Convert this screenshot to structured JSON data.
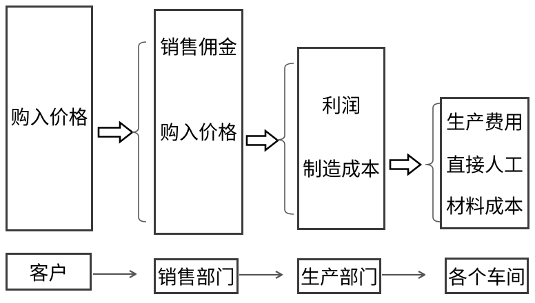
{
  "diagram": {
    "top_row": [
      {
        "id": "customer-price",
        "lines": [
          "购入价格"
        ]
      },
      {
        "id": "sales-price",
        "lines": [
          "销售佣金",
          "购入价格"
        ]
      },
      {
        "id": "factory-price",
        "lines": [
          "利润",
          "制造成本"
        ]
      },
      {
        "id": "cost-breakdown",
        "lines": [
          "生产费用",
          "直接人工",
          "材料成本"
        ]
      }
    ],
    "bottom_row": [
      {
        "id": "customer",
        "label": "客户"
      },
      {
        "id": "sales-department",
        "label": "销售部门"
      },
      {
        "id": "production-department",
        "label": "生产部门"
      },
      {
        "id": "workshops",
        "label": "各个车间"
      }
    ],
    "colors": {
      "background": "#ffffff",
      "box_border": "#3b3b3b",
      "text": "#000000",
      "block_arrow_outline": "#000000",
      "block_arrow_fill": "#ffffff",
      "brace": "#595959",
      "thin_arrow": "#545454"
    }
  }
}
